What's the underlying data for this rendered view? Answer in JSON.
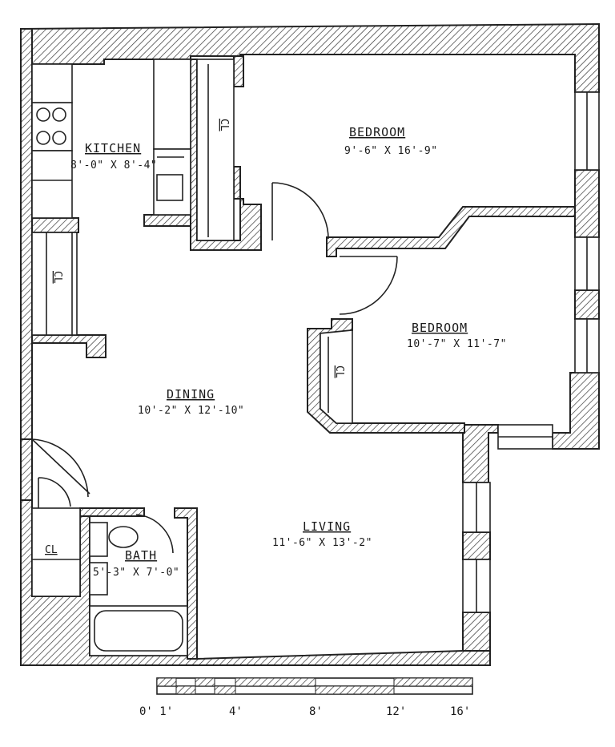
{
  "rooms": {
    "bedroom1": {
      "name": "BEDROOM",
      "dims": "9'-6\" X 16'-9\""
    },
    "kitchen": {
      "name": "KITCHEN",
      "dims": "8'-0\" X 8'-4\""
    },
    "bedroom2": {
      "name": "BEDROOM",
      "dims": "10'-7\" X 11'-7\""
    },
    "dining": {
      "name": "DINING",
      "dims": "10'-2\" X 12'-10\""
    },
    "living": {
      "name": "LIVING",
      "dims": "11'-6\" X 13'-2\""
    },
    "bath": {
      "name": "BATH",
      "dims": "5'-3\" X 7'-0\""
    }
  },
  "closets": {
    "closet_bedroom1": "CL",
    "closet_kitchen": "CL",
    "closet_bedroom2": "CL",
    "closet_entry": "CL"
  },
  "scale": {
    "labels": [
      "0' 1'",
      "4'",
      "8'",
      "12'",
      "16'"
    ]
  }
}
